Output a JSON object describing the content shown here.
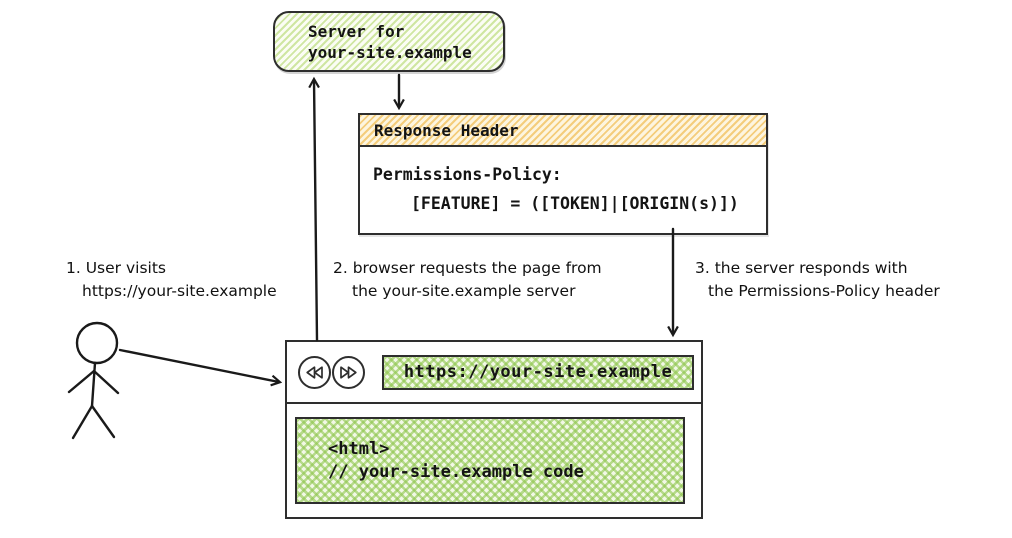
{
  "server_box": {
    "line1": "Server for",
    "line2": "your-site.example"
  },
  "response_box": {
    "title": "Response Header",
    "line1": "Permissions-Policy:",
    "line2": "[FEATURE] = ([TOKEN]|[ORIGIN(s)])"
  },
  "browser": {
    "url": "https://your-site.example",
    "code_line1": "<html>",
    "code_line2": "// your-site.example code",
    "back_icon": "rewind-icon",
    "forward_icon": "fast-forward-icon"
  },
  "steps": [
    {
      "line1": "1. User visits",
      "line2": "https://your-site.example"
    },
    {
      "line1": "2. browser requests the page from",
      "line2": "the your-site.example server"
    },
    {
      "line1": "3. the server responds with",
      "line2": "the Permissions-Policy header"
    }
  ],
  "colors": {
    "green_stripe": "#cfe6a2",
    "orange_stripe": "#f4cd7c",
    "crosshatch_green": "#8dc54c",
    "ink": "#2e2e2e"
  }
}
